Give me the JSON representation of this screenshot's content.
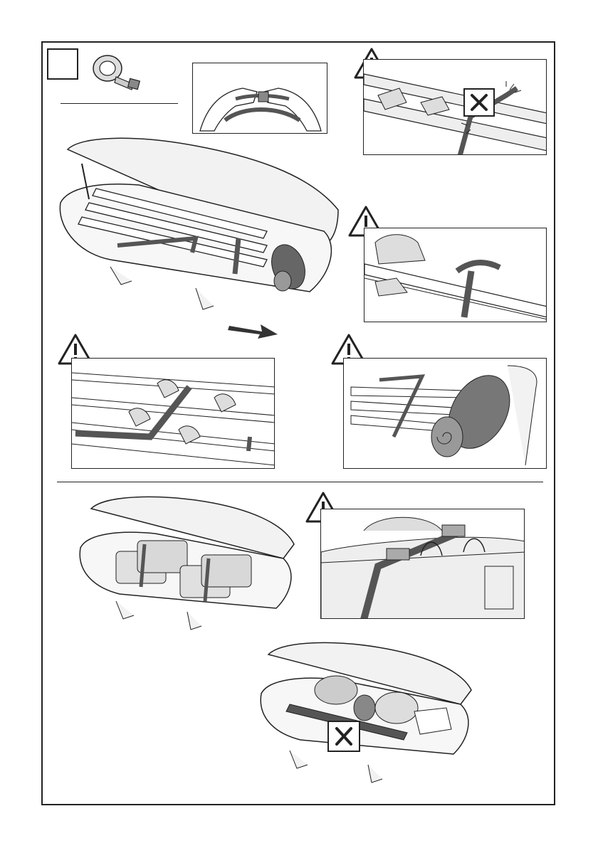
{
  "page": {
    "type": "assembly-instruction-sheet",
    "colors": {
      "line": "#222222",
      "strap": "#555555",
      "box": "#f2f2f2",
      "paper": "#ffffff"
    }
  },
  "icons": {
    "warning": "warning-triangle-icon",
    "prohibited": "cross-mark-icon",
    "direction": "arrow-right-icon",
    "strap_roll": "strap-roll-icon"
  },
  "sections": [
    {
      "id": "ski-loading",
      "panels": [
        "strap-threading",
        "strap-on-edge-prohibited",
        "strap-over-binding",
        "skis-strapped-detail",
        "skis-and-mat-strapped"
      ]
    },
    {
      "id": "bag-loading",
      "panels": [
        "bags-in-box",
        "bag-strap-detail",
        "overloaded-prohibited"
      ]
    }
  ]
}
